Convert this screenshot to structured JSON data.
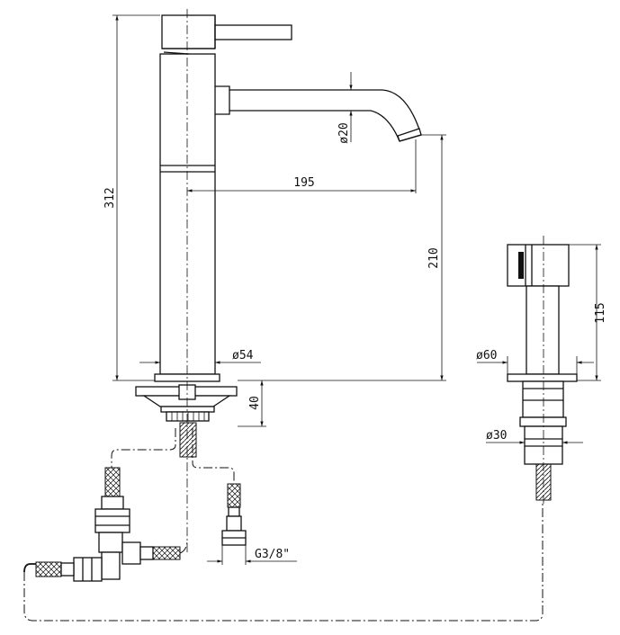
{
  "drawing": {
    "title": "Tall basin mixer with hand shower - technical drawing",
    "dimensions": {
      "total_height": "312",
      "spout_reach": "195",
      "spout_height": "210",
      "spout_diameter": "ø20",
      "body_diameter": "ø54",
      "base_height": "40",
      "hose_thread": "G3/8\"",
      "shower_height": "115",
      "shower_base_diameter": "ø60",
      "shower_shank_diameter": "ø30"
    }
  }
}
